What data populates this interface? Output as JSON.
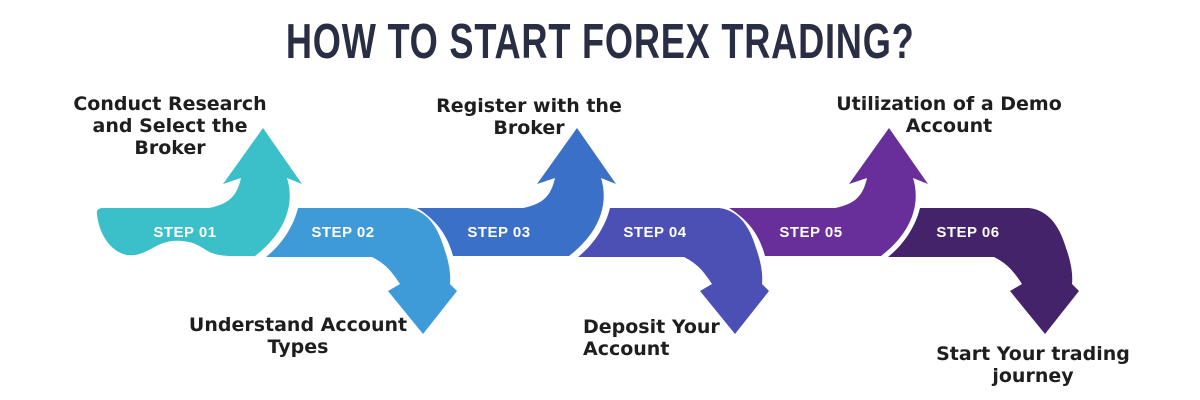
{
  "title": "HOW TO START FOREX TRADING?",
  "title_color": "#2A2E45",
  "text_color": "#1E1E1E",
  "badge_text_color": "#FFFFFF",
  "background_color": "#FFFFFF",
  "steps": [
    {
      "id": "step-01",
      "badge": "STEP 01",
      "label": "Conduct Research and Select the Broker",
      "label_lines": [
        "Conduct Research",
        "and Select the",
        "Broker"
      ],
      "direction": "up",
      "color": "#3BBFC9"
    },
    {
      "id": "step-02",
      "badge": "STEP 02",
      "label": "Understand Account Types",
      "label_lines": [
        "Understand Account",
        "Types"
      ],
      "direction": "down",
      "color": "#3F9BD7"
    },
    {
      "id": "step-03",
      "badge": "STEP 03",
      "label": "Register with the Broker",
      "label_lines": [
        "Register with the",
        "Broker"
      ],
      "direction": "up",
      "color": "#3B70C8"
    },
    {
      "id": "step-04",
      "badge": "STEP 04",
      "label": "Deposit Your Account",
      "label_lines": [
        "Deposit Your",
        "Account"
      ],
      "direction": "down",
      "color": "#4C50B4"
    },
    {
      "id": "step-05",
      "badge": "STEP 05",
      "label": "Utilization of a Demo Account",
      "label_lines": [
        "Utilization of a Demo",
        "Account"
      ],
      "direction": "up",
      "color": "#682E99"
    },
    {
      "id": "step-06",
      "badge": "STEP 06",
      "label": "Start Your trading journey",
      "label_lines": [
        "Start Your trading",
        "journey"
      ],
      "direction": "down",
      "color": "#45236B"
    }
  ]
}
